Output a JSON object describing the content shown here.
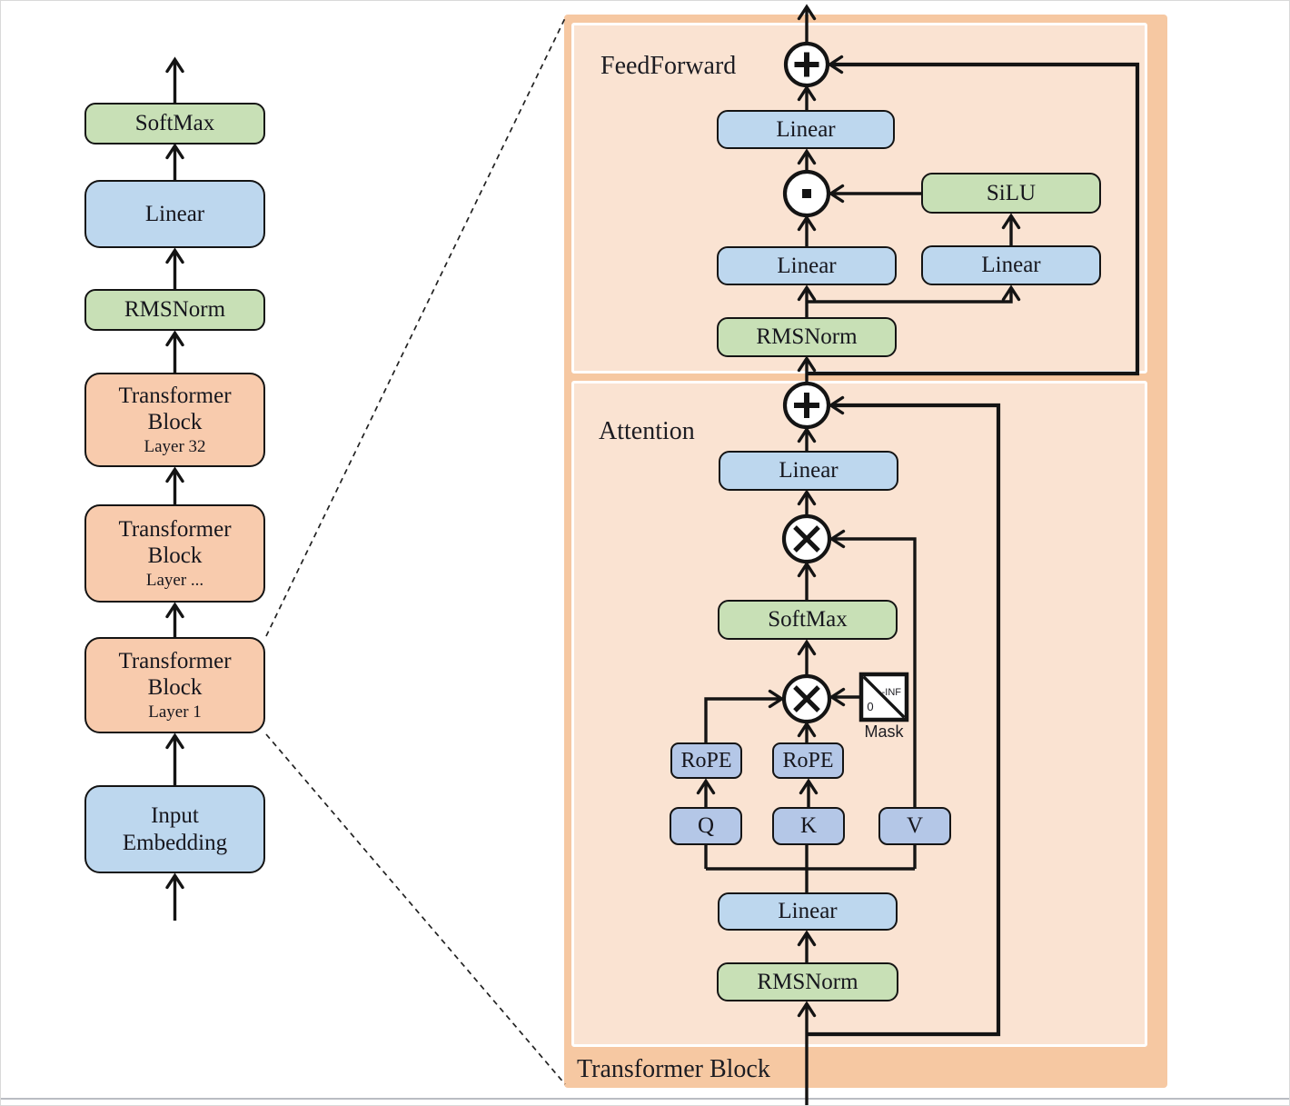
{
  "colors": {
    "box_blue": "#bdd7ee",
    "box_green": "#c8e0b6",
    "box_orange": "#f8cbad",
    "box_qkv_blue": "#b4c7e7",
    "panel_outer": "#f6c8a2",
    "panel_inner": "#fae3d2",
    "line": "#141414"
  },
  "left": {
    "softmax": "SoftMax",
    "linear": "Linear",
    "rmsnorm": "RMSNorm",
    "transformer_block": "Transformer Block",
    "layer_top": "Layer 32",
    "layer_mid": "Layer ...",
    "layer_bottom": "Layer 1",
    "input_embedding": "Input Embedding"
  },
  "panel": {
    "title": "Transformer Block",
    "feedforward": {
      "label": "FeedForward",
      "linear_out": "Linear",
      "silu": "SiLU",
      "linear_gate": "Linear",
      "linear_up": "Linear",
      "rmsnorm": "RMSNorm"
    },
    "attention": {
      "label": "Attention",
      "linear_out": "Linear",
      "softmax": "SoftMax",
      "mask_label": "Mask",
      "mask_neg": "-INF",
      "mask_zero": "0",
      "rope_q": "RoPE",
      "rope_k": "RoPE",
      "q": "Q",
      "k": "K",
      "v": "V",
      "linear_in": "Linear",
      "rmsnorm": "RMSNorm"
    }
  }
}
